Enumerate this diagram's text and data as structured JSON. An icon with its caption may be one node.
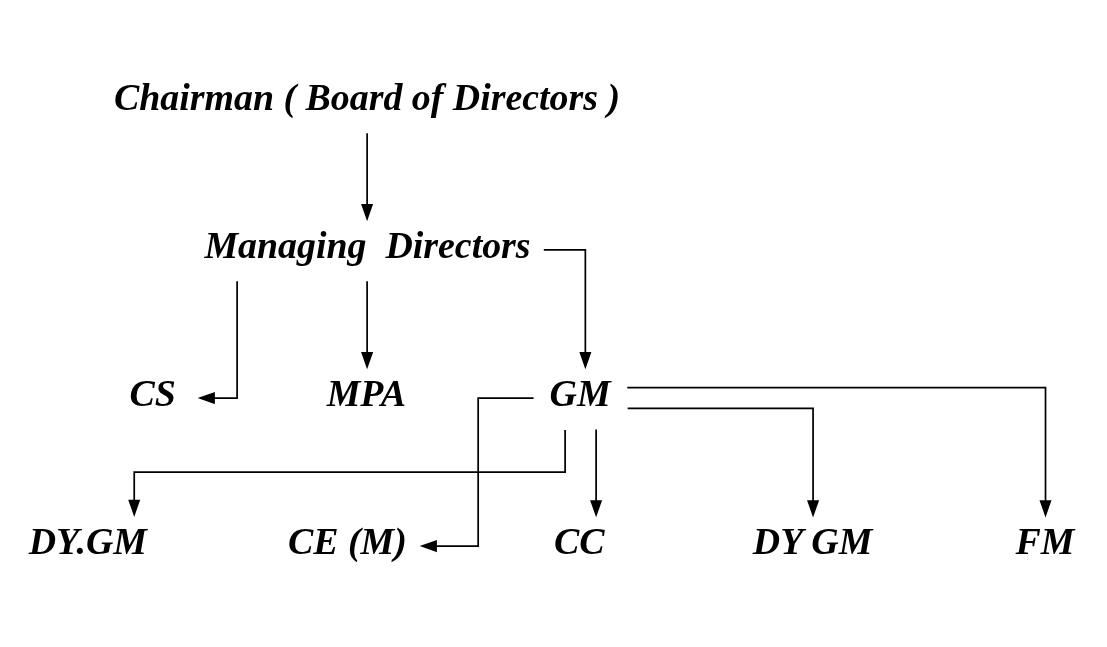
{
  "diagram": {
    "nodes": [
      {
        "text": [
          "Chairman ( Board of Directors )"
        ]
      },
      {
        "text": [
          "Managing  Directors"
        ]
      },
      {
        "text": [
          "CS"
        ]
      },
      {
        "text": [
          "MPA"
        ]
      },
      {
        "text": [
          "GM"
        ]
      },
      {
        "text": [
          "DY.GM"
        ]
      },
      {
        "text": [
          "CE (M)"
        ]
      },
      {
        "text": [
          "CC"
        ]
      },
      {
        "text": [
          "DY GM"
        ]
      },
      {
        "text": [
          "FM"
        ]
      }
    ],
    "edges": [
      {
        "from": 0,
        "to": 1,
        "arrow": "to"
      },
      {
        "from": 1,
        "to": 2,
        "arrow": "to"
      },
      {
        "from": 1,
        "to": 3,
        "arrow": "to"
      },
      {
        "from": 1,
        "to": 4,
        "arrow": "to"
      },
      {
        "from": 4,
        "to": 5,
        "arrow": "to"
      },
      {
        "from": 4,
        "to": 6,
        "arrow": "to"
      },
      {
        "from": 4,
        "to": 7,
        "arrow": "to"
      },
      {
        "from": 4,
        "to": 8,
        "arrow": "to"
      },
      {
        "from": 4,
        "to": 9,
        "arrow": "to"
      }
    ]
  }
}
